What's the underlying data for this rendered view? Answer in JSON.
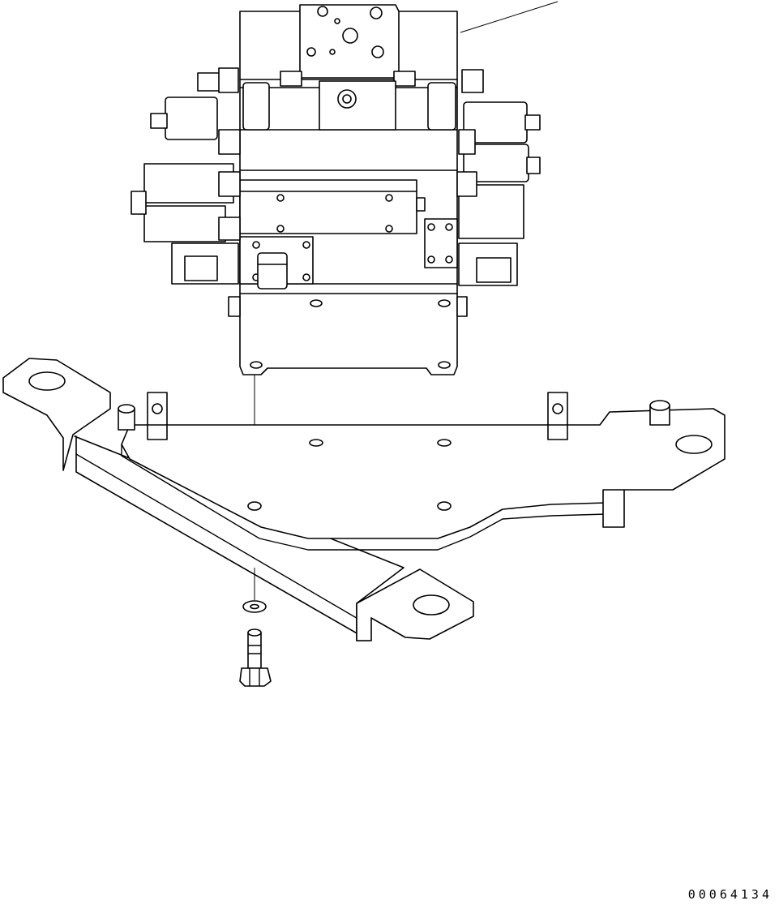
{
  "drawing": {
    "number": "00064134",
    "parts": [
      "control-valve-assembly",
      "mounting-bracket",
      "washer",
      "bolt"
    ]
  }
}
